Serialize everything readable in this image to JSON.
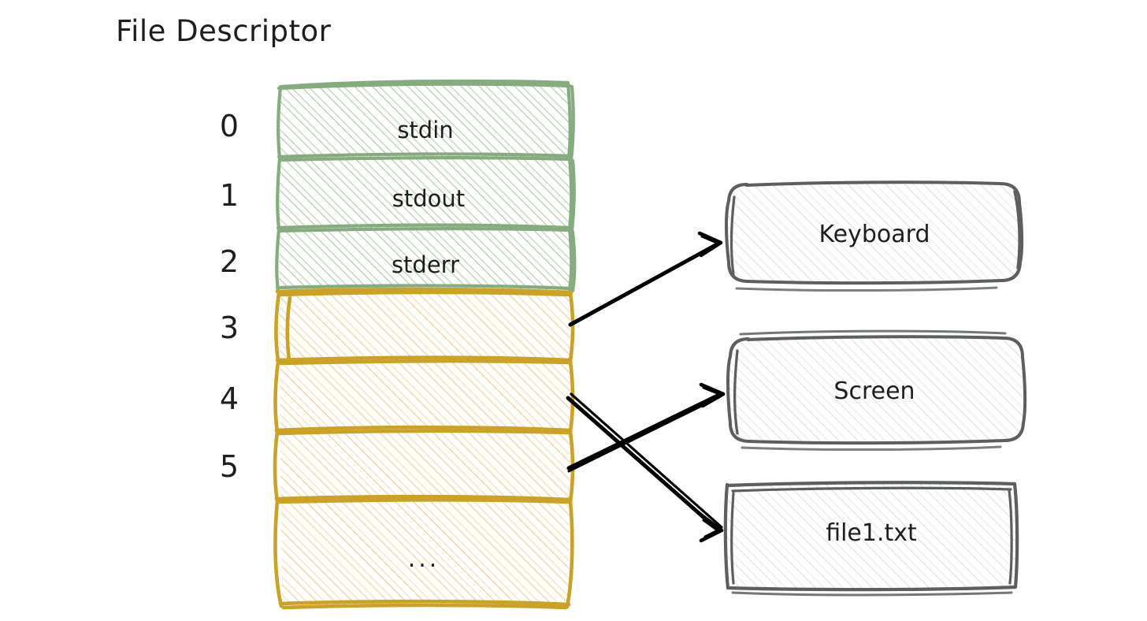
{
  "title": "File Descriptor",
  "colors": {
    "green_stroke": "#86ab7f",
    "green_fill": "#b7ceb0",
    "orange_stroke": "#c9a227",
    "orange_fill": "#f5d9ac",
    "gray_stroke": "#5c5f5e",
    "gray_fill": "#d8d8d8",
    "text": "#1e1e1e",
    "arrow": "#000000",
    "background": "#ffffff"
  },
  "table": {
    "name": "file-descriptor-table",
    "rows": [
      {
        "index": "0",
        "label": "stdin",
        "group": "standard"
      },
      {
        "index": "1",
        "label": "stdout",
        "group": "standard"
      },
      {
        "index": "2",
        "label": "stderr",
        "group": "standard"
      },
      {
        "index": "3",
        "label": "",
        "group": "user"
      },
      {
        "index": "4",
        "label": "",
        "group": "user"
      },
      {
        "index": "5",
        "label": "",
        "group": "user"
      },
      {
        "index": "",
        "label": "...",
        "group": "user"
      }
    ]
  },
  "nodes": [
    {
      "id": "keyboard",
      "label": "Keyboard",
      "shape": "rounded-rect"
    },
    {
      "id": "screen",
      "label": "Screen",
      "shape": "rounded-rect"
    },
    {
      "id": "file1",
      "label": "file1.txt",
      "shape": "rect"
    }
  ],
  "arrows": [
    {
      "from_row": "3",
      "to_node": "keyboard",
      "label": ""
    },
    {
      "from_row": "4",
      "to_node": "file1",
      "label": ""
    },
    {
      "from_row": "5",
      "to_node": "screen",
      "label": ""
    }
  ]
}
